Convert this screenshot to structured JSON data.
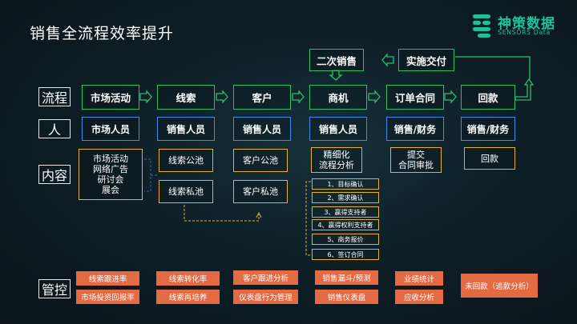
{
  "title": "销售全流程效率提升",
  "logo": {
    "name": "神策数据",
    "sub": "SENSORS Data"
  },
  "row_labels": {
    "flow": "流程",
    "people": "人",
    "content": "内容",
    "control": "管控"
  },
  "flow": [
    "市场活动",
    "线索",
    "客户",
    "商机",
    "订单合同",
    "回款"
  ],
  "upper_flow": {
    "secondary": "二次销售",
    "delivery": "实施交付"
  },
  "people": [
    "市场人员",
    "销售人员",
    "销售人员",
    "销售人员",
    "销售/财务",
    "销售/财务"
  ],
  "content": {
    "market": "市场活动\n网络广告\n研讨会\n展会",
    "lead_public": "线索公池",
    "lead_private": "线索私池",
    "customer_public": "客户公池",
    "customer_private": "客户私池",
    "opportunity": "精细化\n流程分析",
    "contract": "提交\n合同审批",
    "payment": "回款"
  },
  "opportunity_steps": [
    "1、目标确认",
    "2、需求确认",
    "3、赢得支持者",
    "4、赢得权利支持者",
    "5、商务报价",
    "6、签订合同"
  ],
  "control": {
    "market": [
      "线索跟进率",
      "市场投资回报率"
    ],
    "lead": [
      "线索转化率",
      "线索再培养"
    ],
    "customer": [
      "客户跟进分析",
      "仪表盘行为管理"
    ],
    "opportunity": [
      "销售漏斗/预测",
      "销售仪表盘"
    ],
    "order": [
      "业绩统计",
      "应收分析"
    ],
    "payment": [
      "未回款（追款分析）"
    ]
  },
  "colors": {
    "flow": "#27c06b",
    "people": "#3a8ee6",
    "content": "#e0b23b",
    "control": "#e46a43",
    "brand": "#1fc19d"
  }
}
